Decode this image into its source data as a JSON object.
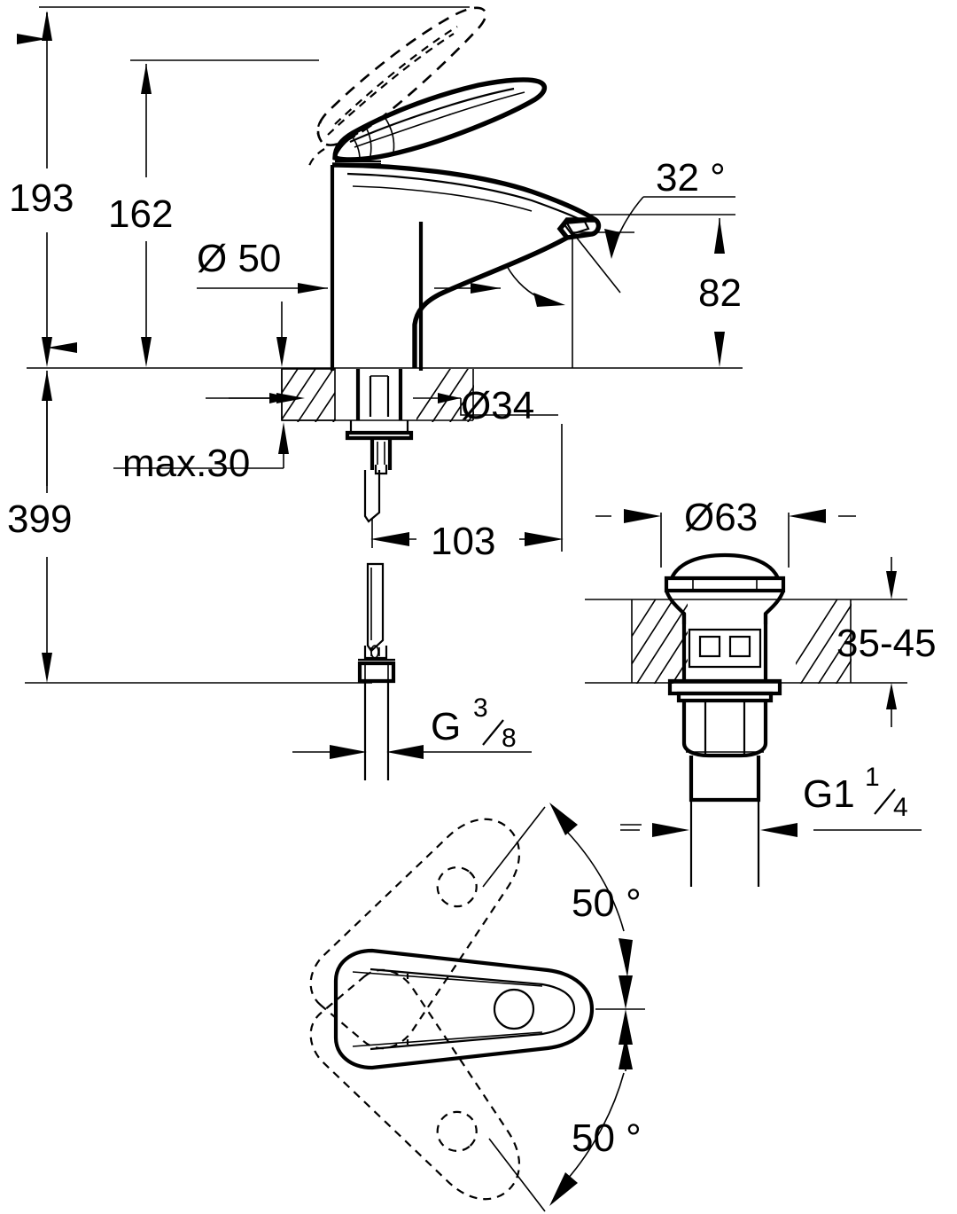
{
  "document": {
    "type": "technical-dimension-drawing",
    "subject": "Single-lever basin mixer tap with pop-up waste",
    "units": "mm",
    "line_color": "#000000",
    "background_color": "#ffffff"
  },
  "views": {
    "elevation": {
      "name": "front-elevation-faucet",
      "description": "Side elevation of single lever basin mixer shown mounted through basin deck with cross-hatched deck section"
    },
    "waste": {
      "name": "pop-up-waste-detail",
      "description": "Sectional detail of push-open pop-up waste set installed in basin"
    },
    "plan": {
      "name": "lever-swivel-plan",
      "description": "Plan view of lever handle showing swivel range left and right"
    }
  },
  "dimensions": {
    "overall_height_lever_up": "193",
    "spout_height": "162",
    "body_diameter": "Ø 50",
    "deck_hole_diameter": "Ø34",
    "max_deck_thickness": "max.30",
    "spout_projection": "103",
    "spout_outlet_height": "82",
    "outlet_angle": "32 °",
    "supply_thread": "G",
    "supply_thread_num": "3",
    "supply_thread_den": "8",
    "total_length_with_hoses": "399",
    "waste_flange_diameter": "Ø63",
    "waste_deck_range": "35-45",
    "waste_thread": "G1",
    "waste_thread_num": "1",
    "waste_thread_den": "4",
    "lever_swivel_left": "50 °",
    "lever_swivel_right": "50 °"
  },
  "labels": [
    {
      "id": "dim-193",
      "text": "193"
    },
    {
      "id": "dim-162",
      "text": "162"
    },
    {
      "id": "dim-d50",
      "text": "Ø 50"
    },
    {
      "id": "dim-d34",
      "text": "Ø34"
    },
    {
      "id": "dim-max30",
      "text": "max.30"
    },
    {
      "id": "dim-103",
      "text": "103"
    },
    {
      "id": "dim-82",
      "text": "82"
    },
    {
      "id": "dim-32deg",
      "text": "32 °"
    },
    {
      "id": "dim-399",
      "text": "399"
    },
    {
      "id": "dim-d63",
      "text": "Ø63"
    },
    {
      "id": "dim-3545",
      "text": "35-45"
    },
    {
      "id": "dim-50deg-top",
      "text": "50 °"
    },
    {
      "id": "dim-50deg-bottom",
      "text": "50 °"
    }
  ]
}
